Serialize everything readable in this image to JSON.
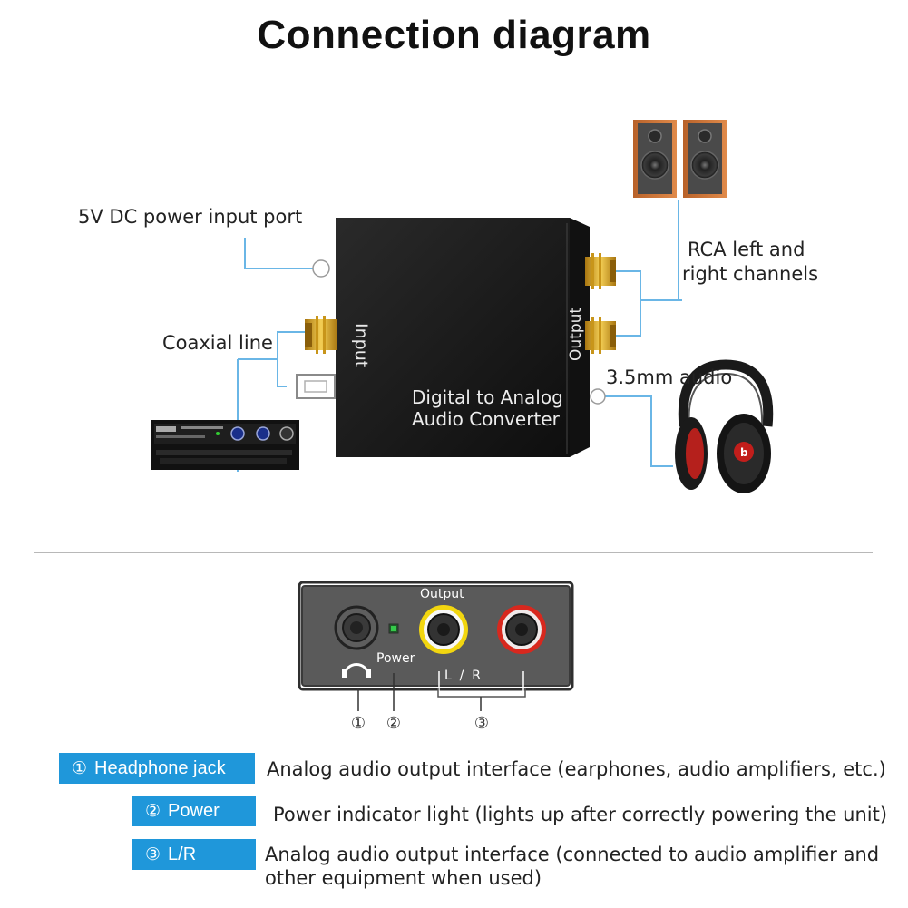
{
  "title": "Connection diagram",
  "device": {
    "line1": "Digital to Analog",
    "line2": "Audio Converter",
    "input_label": "Input",
    "output_label": "Output"
  },
  "callouts": {
    "power_port": "5V DC power input port",
    "coaxial": "Coaxial line",
    "rca_line1": "RCA left and",
    "rca_line2": "right channels",
    "audio35": "3.5mm audio"
  },
  "panel": {
    "output": "Output",
    "power": "Power",
    "lr": "L  /  R",
    "marker1": "①",
    "marker2": "②",
    "marker3": "③"
  },
  "legend": [
    {
      "num": "①",
      "tag": "Headphone jack",
      "desc": "Analog audio output interface (earphones, audio amplifiers, etc.)"
    },
    {
      "num": "②",
      "tag": "Power",
      "desc": "Power indicator light (lights up after correctly powering the unit)"
    },
    {
      "num": "③",
      "tag": "L/R",
      "desc": "Analog audio output interface (connected to audio amplifier and",
      "desc2": "other equipment when used)"
    }
  ],
  "colors": {
    "leader_line": "#6ab6e6",
    "tag_bg": "#1f97da",
    "device_body": "#1e1e1e",
    "panel_face": "#585858",
    "rca_gold": "#d9a520",
    "rca_red": "#d8281e",
    "power_led": "#35c94a"
  }
}
